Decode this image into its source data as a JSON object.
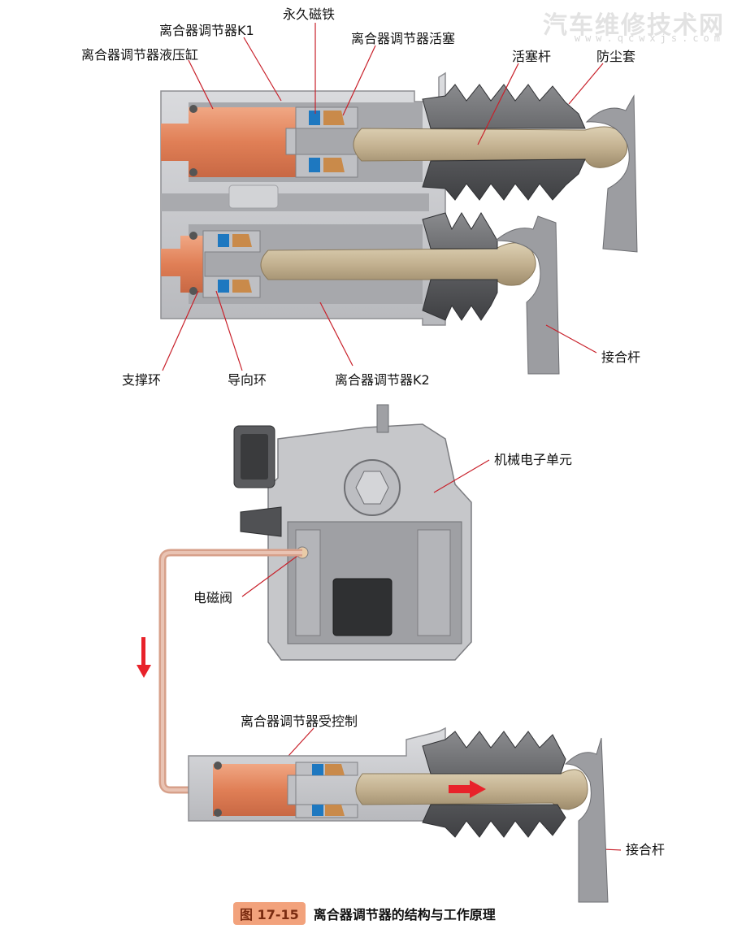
{
  "watermark": {
    "title": "汽车维修技术网",
    "url": "www.qcwxjs.com"
  },
  "top_labels": {
    "k1": "离合器调节器K1",
    "magnet": "永久磁铁",
    "piston": "离合器调节器活塞",
    "cylinder": "离合器调节器液压缸",
    "rod": "活塞杆",
    "boot": "防尘套",
    "lever_top": "接合杆",
    "support_ring": "支撑环",
    "guide_ring": "导向环",
    "k2": "离合器调节器K2"
  },
  "bottom_labels": {
    "mech_unit": "机械电子单元",
    "solenoid": "电磁阀",
    "controlled": "离合器调节器受控制",
    "lever_bottom": "接合杆"
  },
  "caption": {
    "number": "图 17-15",
    "text": "离合器调节器的结构与工作原理"
  },
  "colors": {
    "oil": "#e8926b",
    "rod": "#c8b898",
    "housing": "#c9cacd",
    "seal_blue": "#1f7fc4",
    "arrow_red": "#e8222a",
    "oil_line": "#d7a08a"
  }
}
